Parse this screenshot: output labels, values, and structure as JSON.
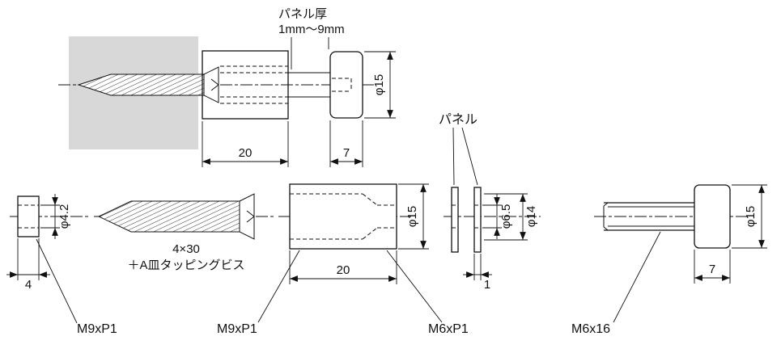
{
  "assembled_view": {
    "panel_thickness_note_line1": "パネル厚",
    "panel_thickness_note_line2": "1mm～9mm",
    "dim_diameter": "φ15",
    "dim_barrel_length": "20",
    "dim_cap_length": "7"
  },
  "exploded_view": {
    "ring": {
      "dim_hole_diameter": "φ4.2",
      "dim_length": "4"
    },
    "screw": {
      "spec_size": "4×30",
      "spec_name": "＋A皿タッピングビス"
    },
    "barrel": {
      "dim_diameter": "φ15",
      "dim_length": "20"
    },
    "panel": {
      "label": "パネル",
      "dim_hole_diameter": "φ6.5",
      "dim_outer_diameter": "φ14",
      "dim_thickness": "1"
    },
    "cap_screw": {
      "dim_diameter": "φ15",
      "dim_head_length": "7"
    }
  },
  "thread_labels": {
    "ring_thread": "M9xP1",
    "barrel_left_thread": "M9xP1",
    "barrel_right_thread": "M6xP1",
    "cap_screw_spec": "M6x16"
  }
}
